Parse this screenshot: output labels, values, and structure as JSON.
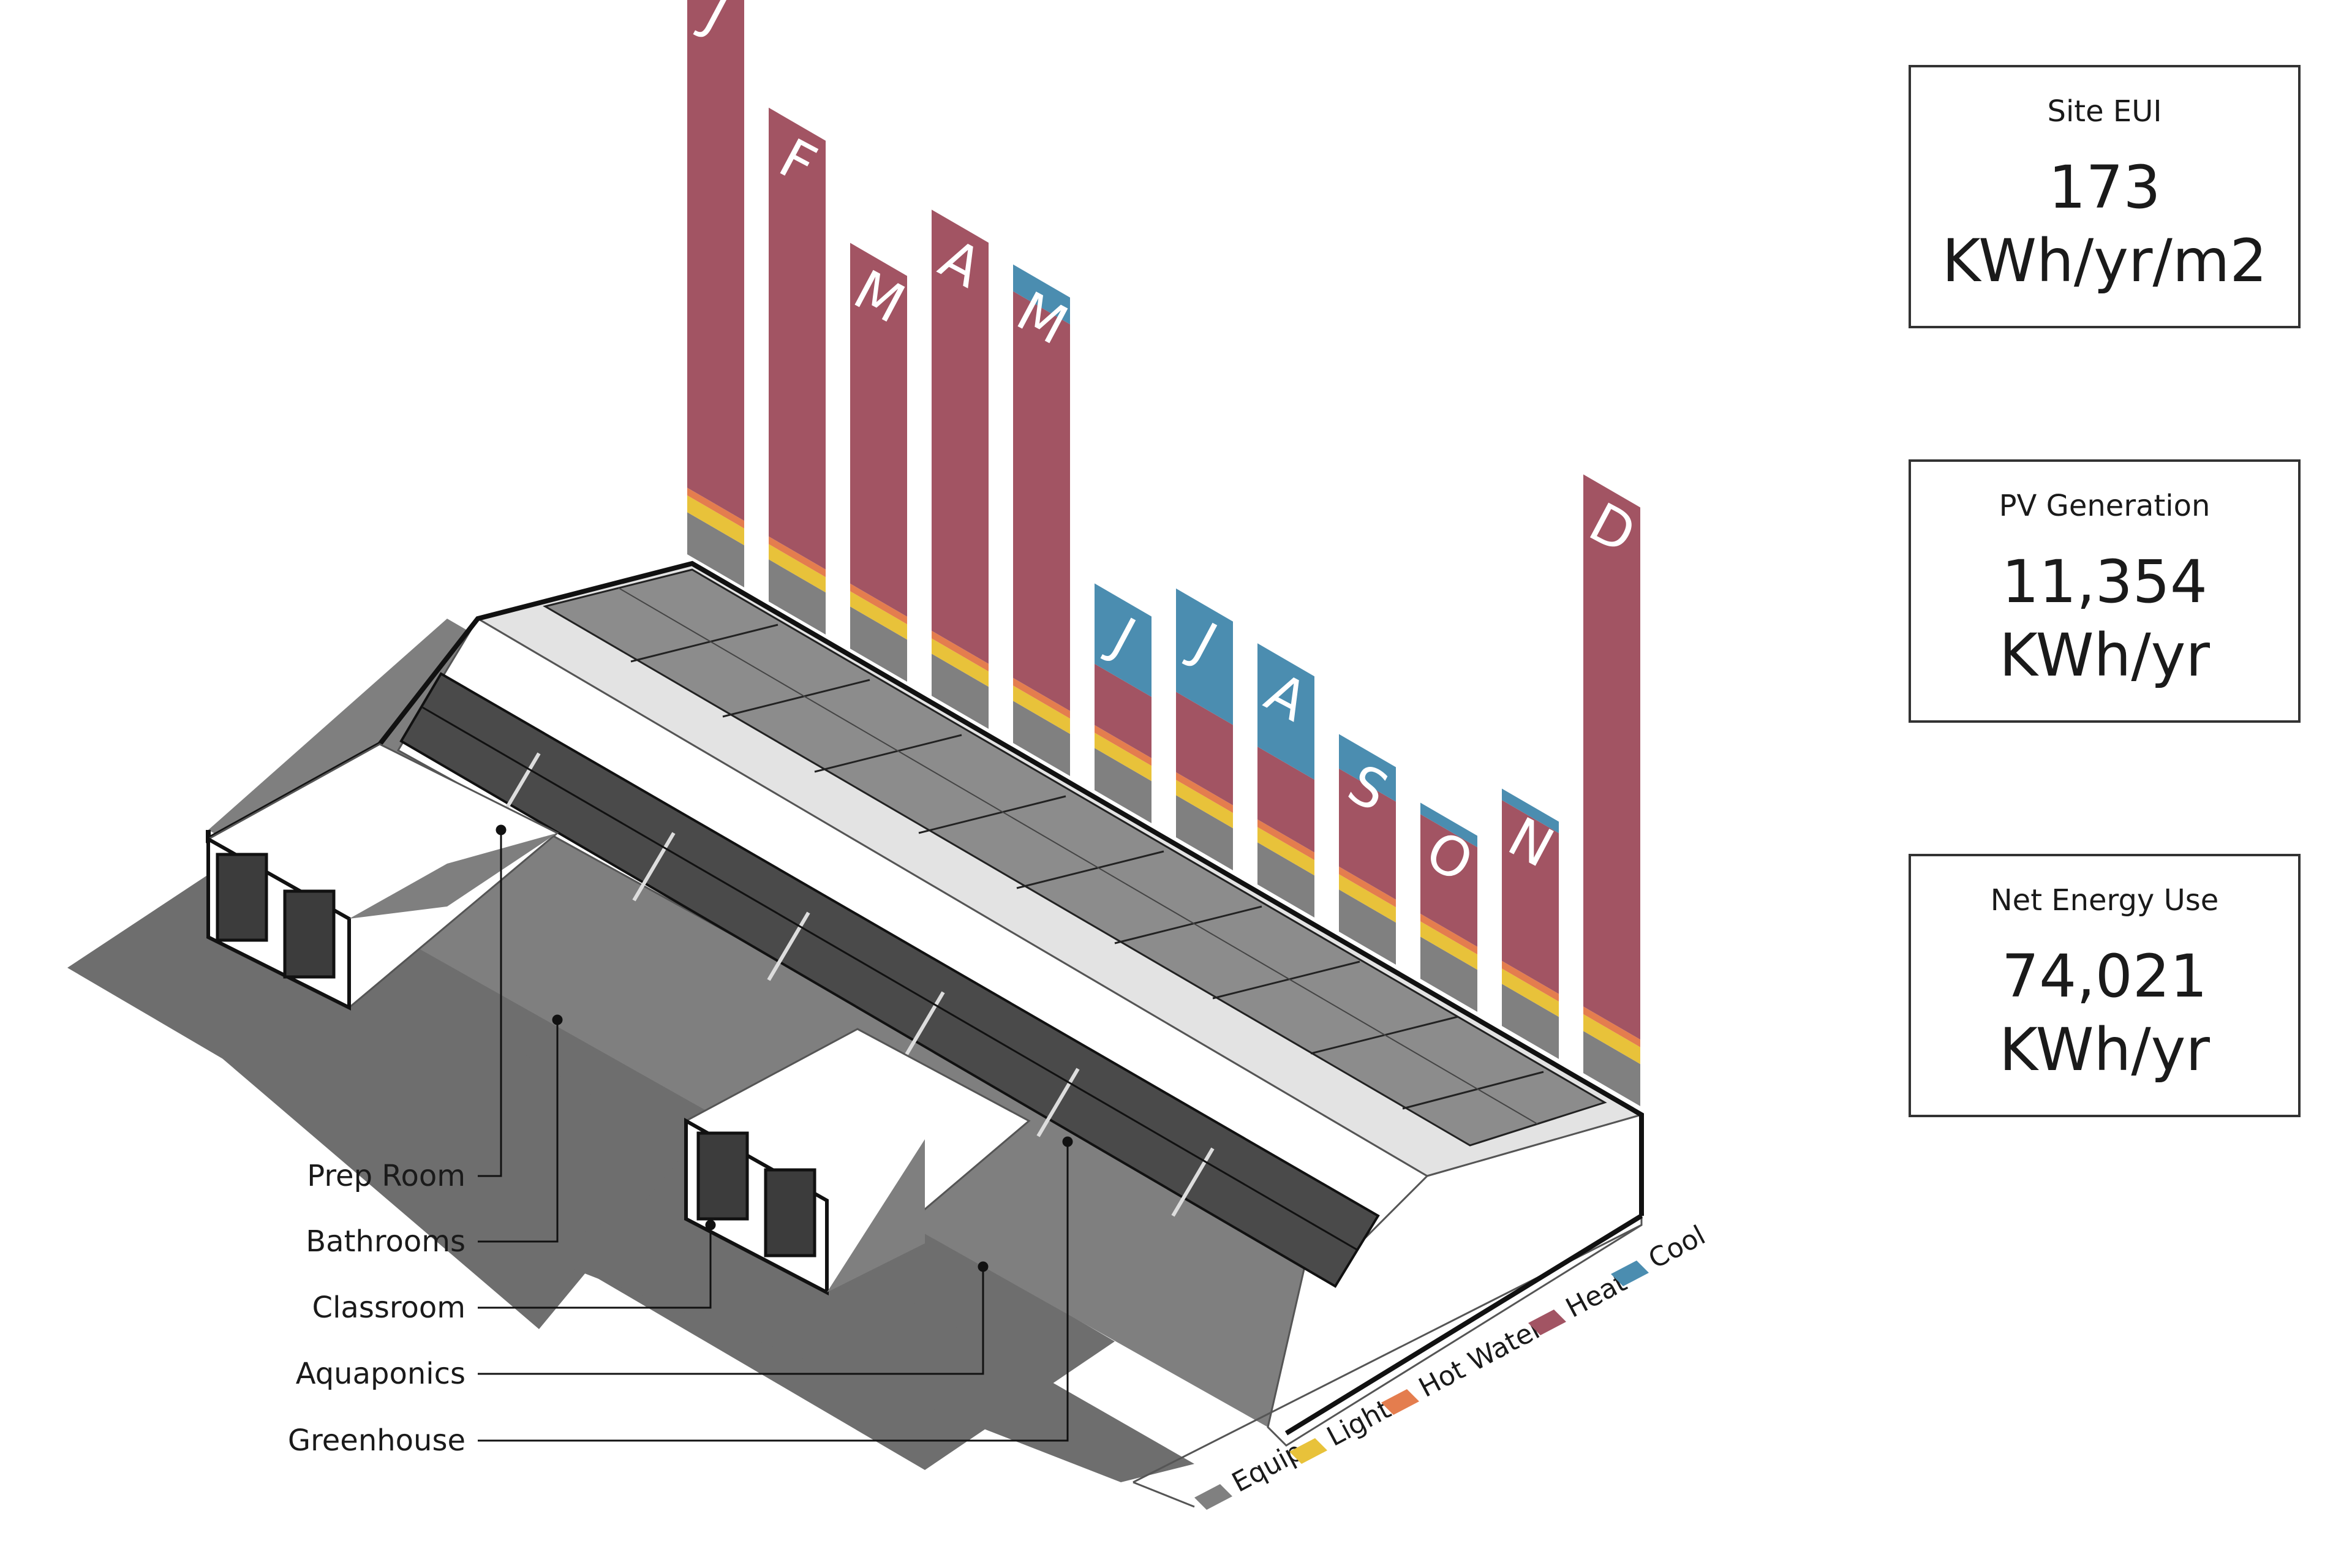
{
  "chart_data": {
    "type": "bar",
    "stacked": true,
    "categories": [
      "J",
      "F",
      "M",
      "A",
      "M",
      "J",
      "J",
      "A",
      "S",
      "O",
      "N",
      "D"
    ],
    "series": [
      {
        "name": "Equip",
        "values": [
          55,
          55,
          55,
          55,
          55,
          55,
          55,
          55,
          55,
          55,
          55,
          55
        ]
      },
      {
        "name": "Light",
        "values": [
          22,
          20,
          20,
          20,
          20,
          20,
          20,
          20,
          20,
          20,
          20,
          22
        ]
      },
      {
        "name": "Hot Water",
        "values": [
          10,
          10,
          10,
          10,
          10,
          10,
          10,
          10,
          10,
          10,
          10,
          10
        ]
      },
      {
        "name": "Heat",
        "values": [
          690,
          560,
          445,
          550,
          505,
          80,
          105,
          95,
          128,
          130,
          210,
          695
        ]
      },
      {
        "name": "Cool",
        "values": [
          0,
          0,
          0,
          0,
          35,
          105,
          135,
          135,
          45,
          15,
          15,
          0
        ]
      }
    ],
    "legend": [
      "Equip",
      "Light",
      "Hot Water",
      "Heat",
      "Cool"
    ]
  },
  "colors": {
    "Equip": "#808080",
    "Light": "#e8c23a",
    "Hot Water": "#e47d4e",
    "Heat": "#a25463",
    "Cool": "#4b8db0"
  },
  "rooms": [
    "Prep Room",
    "Bathrooms",
    "Classroom",
    "Aquaponics",
    "Greenhouse"
  ],
  "stats": [
    {
      "title": "Site EUI",
      "value": "173",
      "unit": "KWh/yr/m2"
    },
    {
      "title": "PV Generation",
      "value": "11,354",
      "unit": "KWh/yr"
    },
    {
      "title": "Net Energy Use",
      "value": "74,021",
      "unit": "KWh/yr"
    }
  ]
}
